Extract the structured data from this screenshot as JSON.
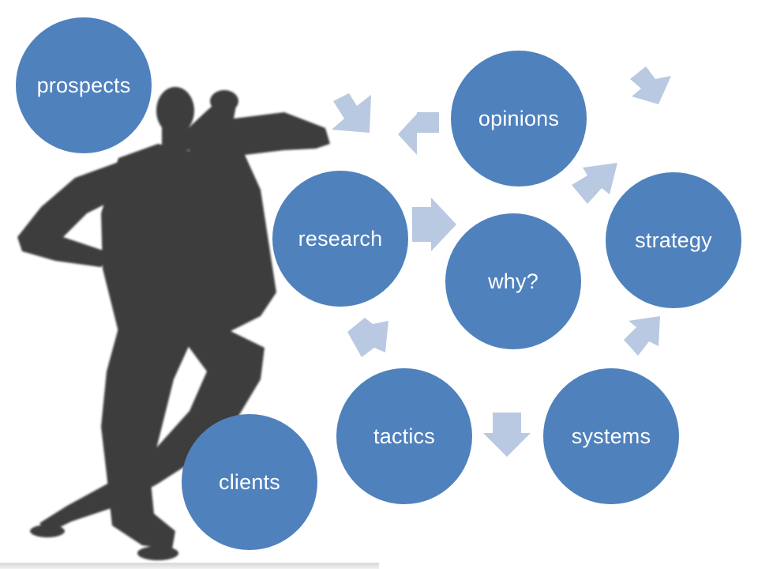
{
  "nodes": {
    "prospects": "prospects",
    "opinions": "opinions",
    "research": "research",
    "strategy": "strategy",
    "why": "why?",
    "tactics": "tactics",
    "systems": "systems",
    "clients": "clients"
  },
  "colors": {
    "circle": "#4f81bd",
    "arrow": "#b9c9e1",
    "silhouette": "#3e3e3e"
  }
}
